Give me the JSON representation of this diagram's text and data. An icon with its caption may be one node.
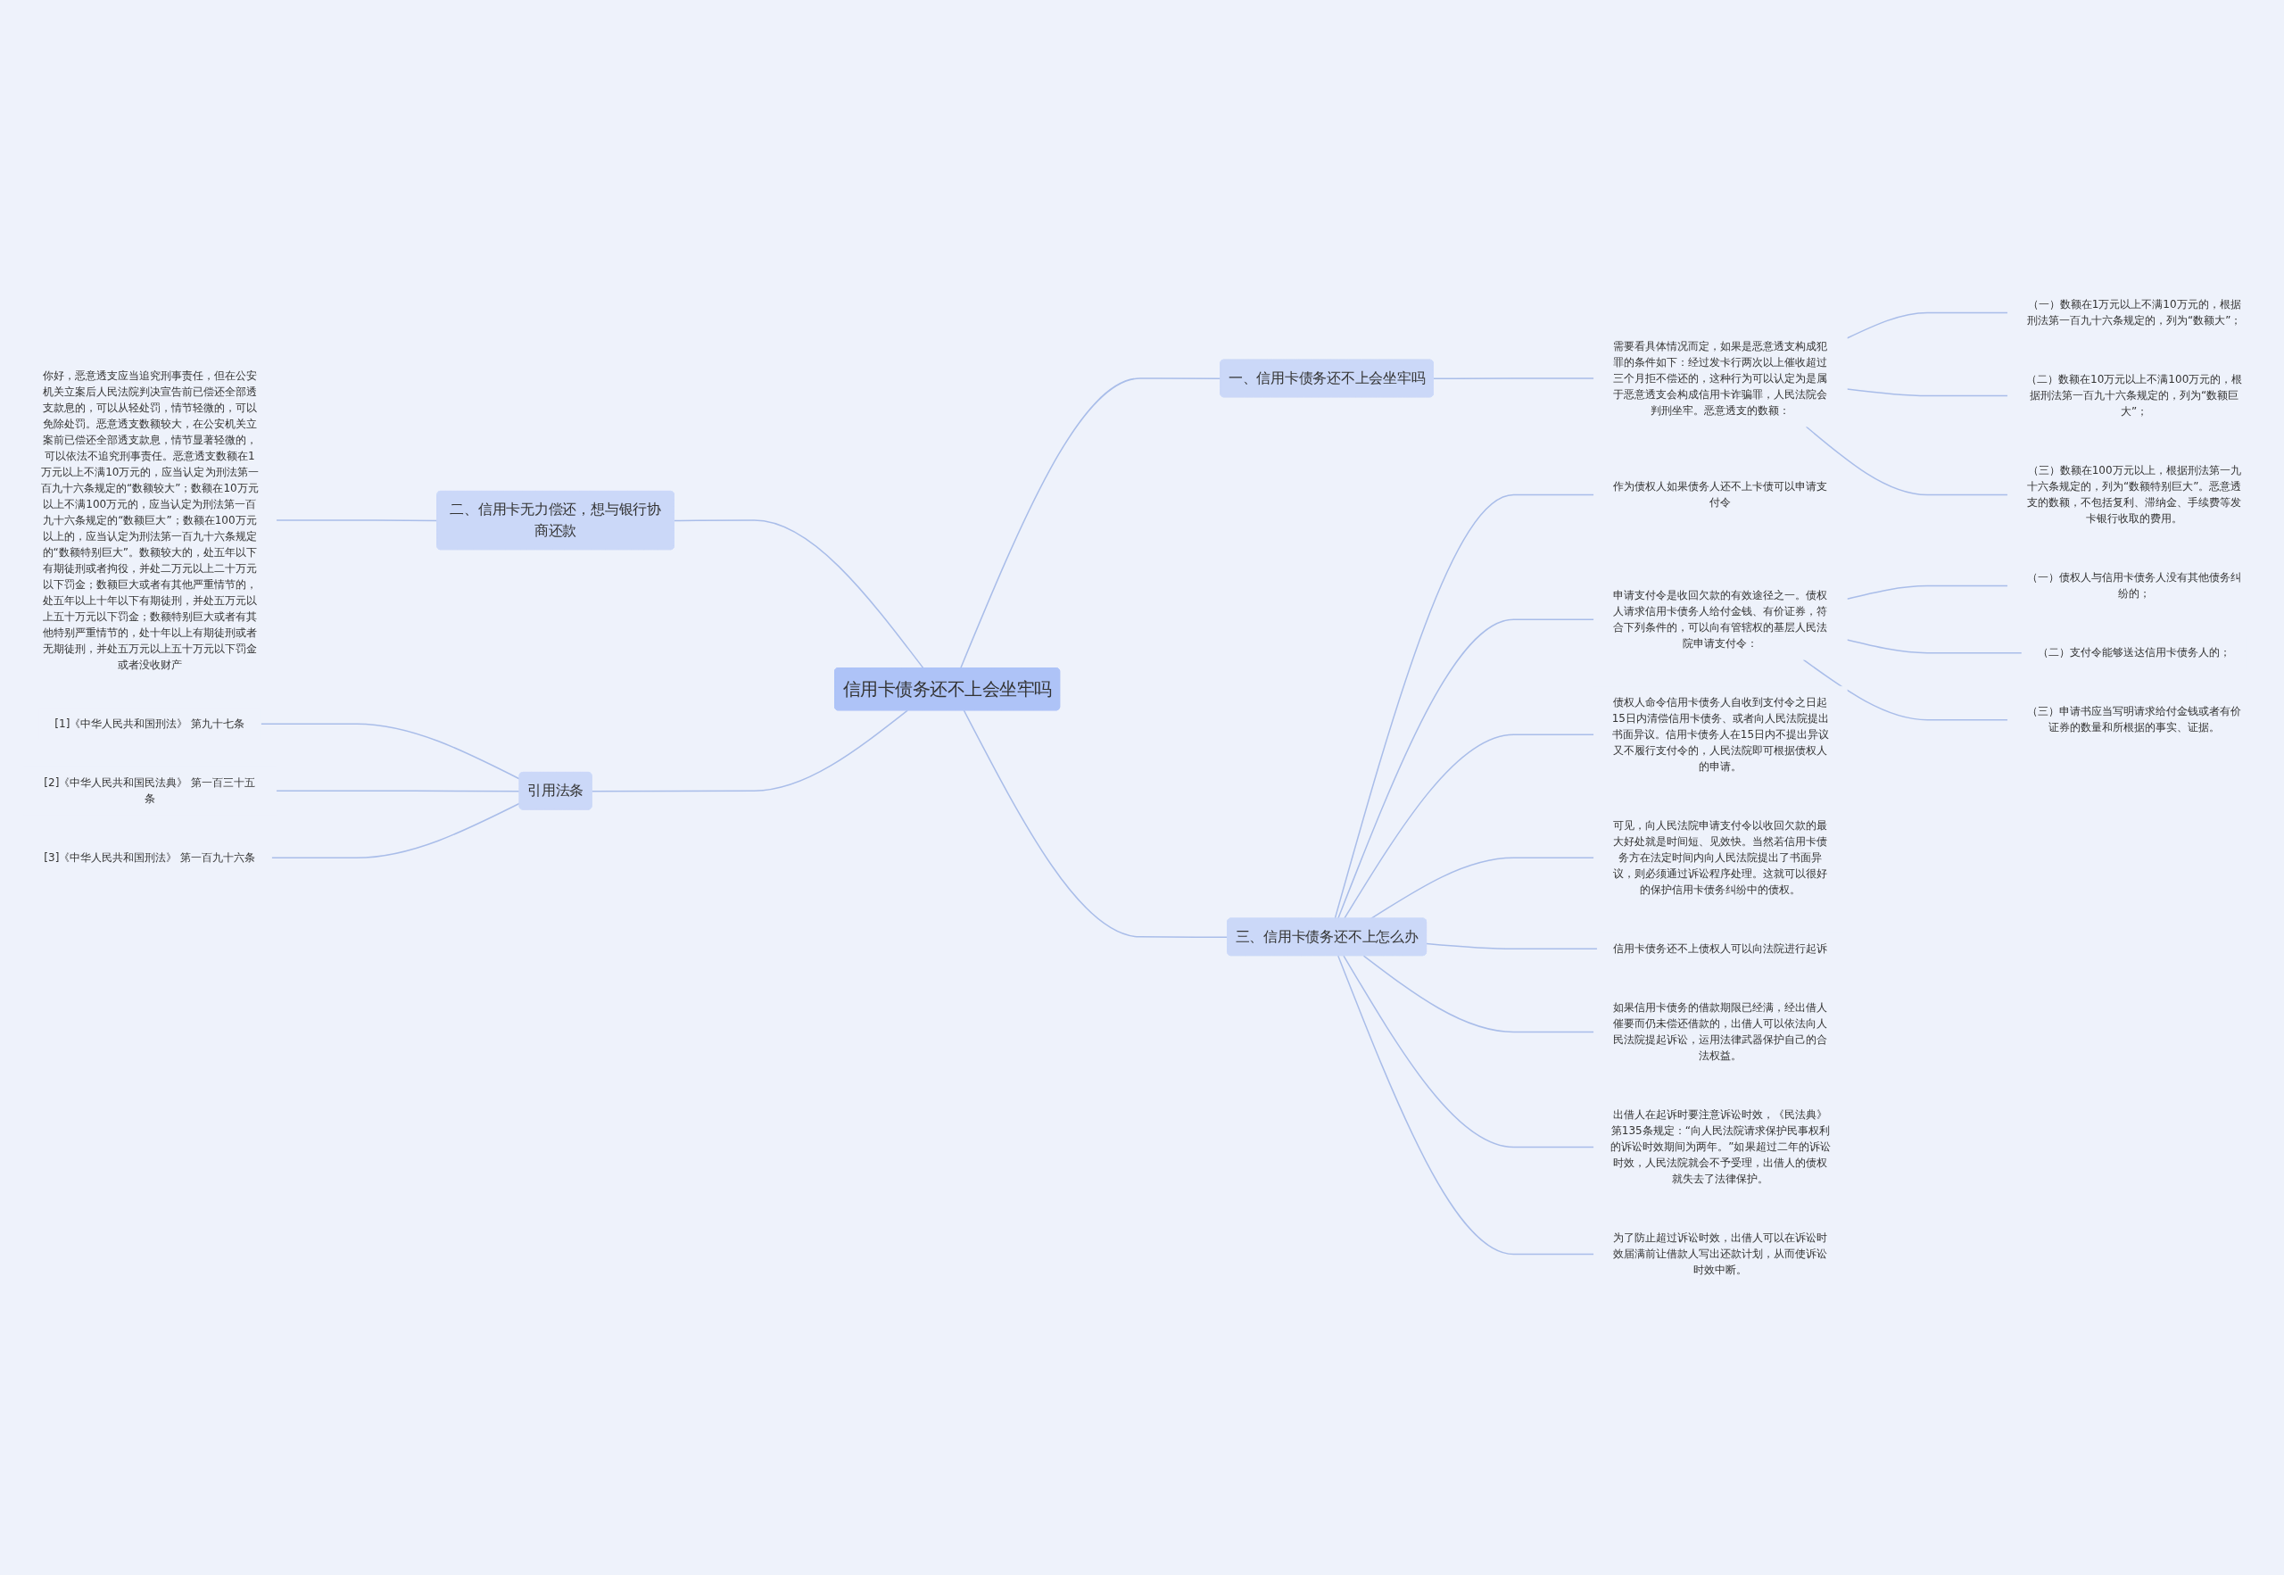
{
  "diagram": {
    "nodes": [
      {
        "text": [
          "信用卡债务还不上会坐牢吗"
        ]
      },
      {
        "text": [
          "一、信用卡债务还不上会坐牢吗"
        ]
      },
      {
        "text": [
          "需要看具体情况而定，如果是恶意透支构成犯罪的条件如下：经过发卡行两次以上催收超过三个月拒不偿还的，这种行为可以认定为是属于恶意透支会构成信用卡诈骗罪，人民法院会判刑坐牢。恶意透支的数额："
        ]
      },
      {
        "text": [
          "（一）数额在1万元以上不满10万元的，根据刑法第一百九十六条规定的，列为“数额大”；"
        ]
      },
      {
        "text": [
          "（二）数额在10万元以上不满100万元的，根据刑法第一百九十六条规定的，列为“数额巨大”；"
        ]
      },
      {
        "text": [
          "（三）数额在100万元以上，根据刑法第一九十六条规定的，列为“数额特别巨大”。恶意透支的数额，不包括复利、滞纳金、手续费等发卡银行收取的费用。"
        ]
      },
      {
        "text": [
          "三、信用卡债务还不上怎么办"
        ]
      },
      {
        "text": [
          "作为债权人如果债务人还不上卡债可以申请支付令"
        ]
      },
      {
        "text": [
          "申请支付令是收回欠款的有效途径之一。债权人请求信用卡债务人给付金钱、有价证券，符合下列条件的，可以向有管辖权的基层人民法院申请支付令："
        ]
      },
      {
        "text": [
          "（一）债权人与信用卡债务人没有其他债务纠纷的；"
        ]
      },
      {
        "text": [
          "（二）支付令能够送达信用卡债务人的；"
        ]
      },
      {
        "text": [
          "（三）申请书应当写明请求给付金钱或者有价证券的数量和所根据的事实、证据。"
        ]
      },
      {
        "text": [
          "债权人命令信用卡债务人自收到支付令之日起15日内清偿信用卡债务、或者向人民法院提出书面异议。信用卡债务人在15日内不提出异议又不履行支付令的，人民法院即可根据债权人的申请。"
        ]
      },
      {
        "text": [
          "可见，向人民法院申请支付令以收回欠款的最大好处就是时间短、见效快。当然若信用卡债务方在法定时间内向人民法院提出了书面异议，则必须通过诉讼程序处理。这就可以很好的保护信用卡债务纠纷中的债权。"
        ]
      },
      {
        "text": [
          "信用卡债务还不上债权人可以向法院进行起诉"
        ]
      },
      {
        "text": [
          "如果信用卡债务的借款期限已经满，经出借人催要而仍未偿还借款的，出借人可以依法向人民法院提起诉讼，运用法律武器保护自己的合法权益。"
        ]
      },
      {
        "text": [
          "出借人在起诉时要注意诉讼时效，《民法典》第135条规定：“向人民法院请求保护民事权利的诉讼时效期间为两年。”如果超过二年的诉讼时效，人民法院就会不予受理，出借人的债权就失去了法律保护。"
        ]
      },
      {
        "text": [
          "为了防止超过诉讼时效，出借人可以在诉讼时效届满前让借款人写出还款计划，从而使诉讼时效中断。"
        ]
      },
      {
        "text": [
          "二、信用卡无力偿还，想与银行协商还款"
        ]
      },
      {
        "text": [
          "你好，恶意透支应当追究刑事责任，但在公安机关立案后人民法院判决宣告前已偿还全部透支款息的，可以从轻处罚，情节轻微的，可以免除处罚。恶意透支数额较大，在公安机关立案前已偿还全部透支款息，情节显著轻微的，可以依法不追究刑事责任。恶意透支数额在1万元以上不满10万元的，应当认定为刑法第一百九十六条规定的“数额较大”；数额在10万元以上不满100万元的，应当认定为刑法第一百九十六条规定的“数额巨大”；数额在100万元以上的，应当认定为刑法第一百九十六条规定的“数额特别巨大”。数额较大的，处五年以下有期徒刑或者拘役，并处二万元以上二十万元以下罚金；数额巨大或者有其他严重情节的，处五年以上十年以下有期徒刑，并处五万元以上五十万元以下罚金；数额特别巨大或者有其他特别严重情节的，处十年以上有期徒刑或者无期徒刑，并处五万元以上五十万元以下罚金或者没收财产"
        ]
      },
      {
        "text": [
          "引用法条"
        ]
      },
      {
        "text": [
          "[1]《中华人民共和国刑法》 第九十七条"
        ]
      },
      {
        "text": [
          "[2]《中华人民共和国民法典》 第一百三十五条"
        ]
      },
      {
        "text": [
          "[3]《中华人民共和国刑法》 第一百九十六条"
        ]
      }
    ],
    "edges": [
      {
        "from": 0,
        "to": 1,
        "arrow": "none"
      },
      {
        "from": 1,
        "to": 2,
        "arrow": "none"
      },
      {
        "from": 2,
        "to": 3,
        "arrow": "none"
      },
      {
        "from": 2,
        "to": 4,
        "arrow": "none"
      },
      {
        "from": 2,
        "to": 5,
        "arrow": "none"
      },
      {
        "from": 0,
        "to": 6,
        "arrow": "none"
      },
      {
        "from": 6,
        "to": 7,
        "arrow": "none"
      },
      {
        "from": 6,
        "to": 8,
        "arrow": "none"
      },
      {
        "from": 8,
        "to": 9,
        "arrow": "none"
      },
      {
        "from": 8,
        "to": 10,
        "arrow": "none"
      },
      {
        "from": 8,
        "to": 11,
        "arrow": "none"
      },
      {
        "from": 6,
        "to": 12,
        "arrow": "none"
      },
      {
        "from": 6,
        "to": 13,
        "arrow": "none"
      },
      {
        "from": 6,
        "to": 14,
        "arrow": "none"
      },
      {
        "from": 6,
        "to": 15,
        "arrow": "none"
      },
      {
        "from": 6,
        "to": 16,
        "arrow": "none"
      },
      {
        "from": 6,
        "to": 17,
        "arrow": "none"
      },
      {
        "from": 18,
        "to": 0,
        "arrow": "none"
      },
      {
        "from": 19,
        "to": 18,
        "arrow": "none"
      },
      {
        "from": 20,
        "to": 0,
        "arrow": "none"
      },
      {
        "from": 21,
        "to": 20,
        "arrow": "none"
      },
      {
        "from": 22,
        "to": 20,
        "arrow": "none"
      },
      {
        "from": 23,
        "to": 20,
        "arrow": "none"
      }
    ]
  }
}
